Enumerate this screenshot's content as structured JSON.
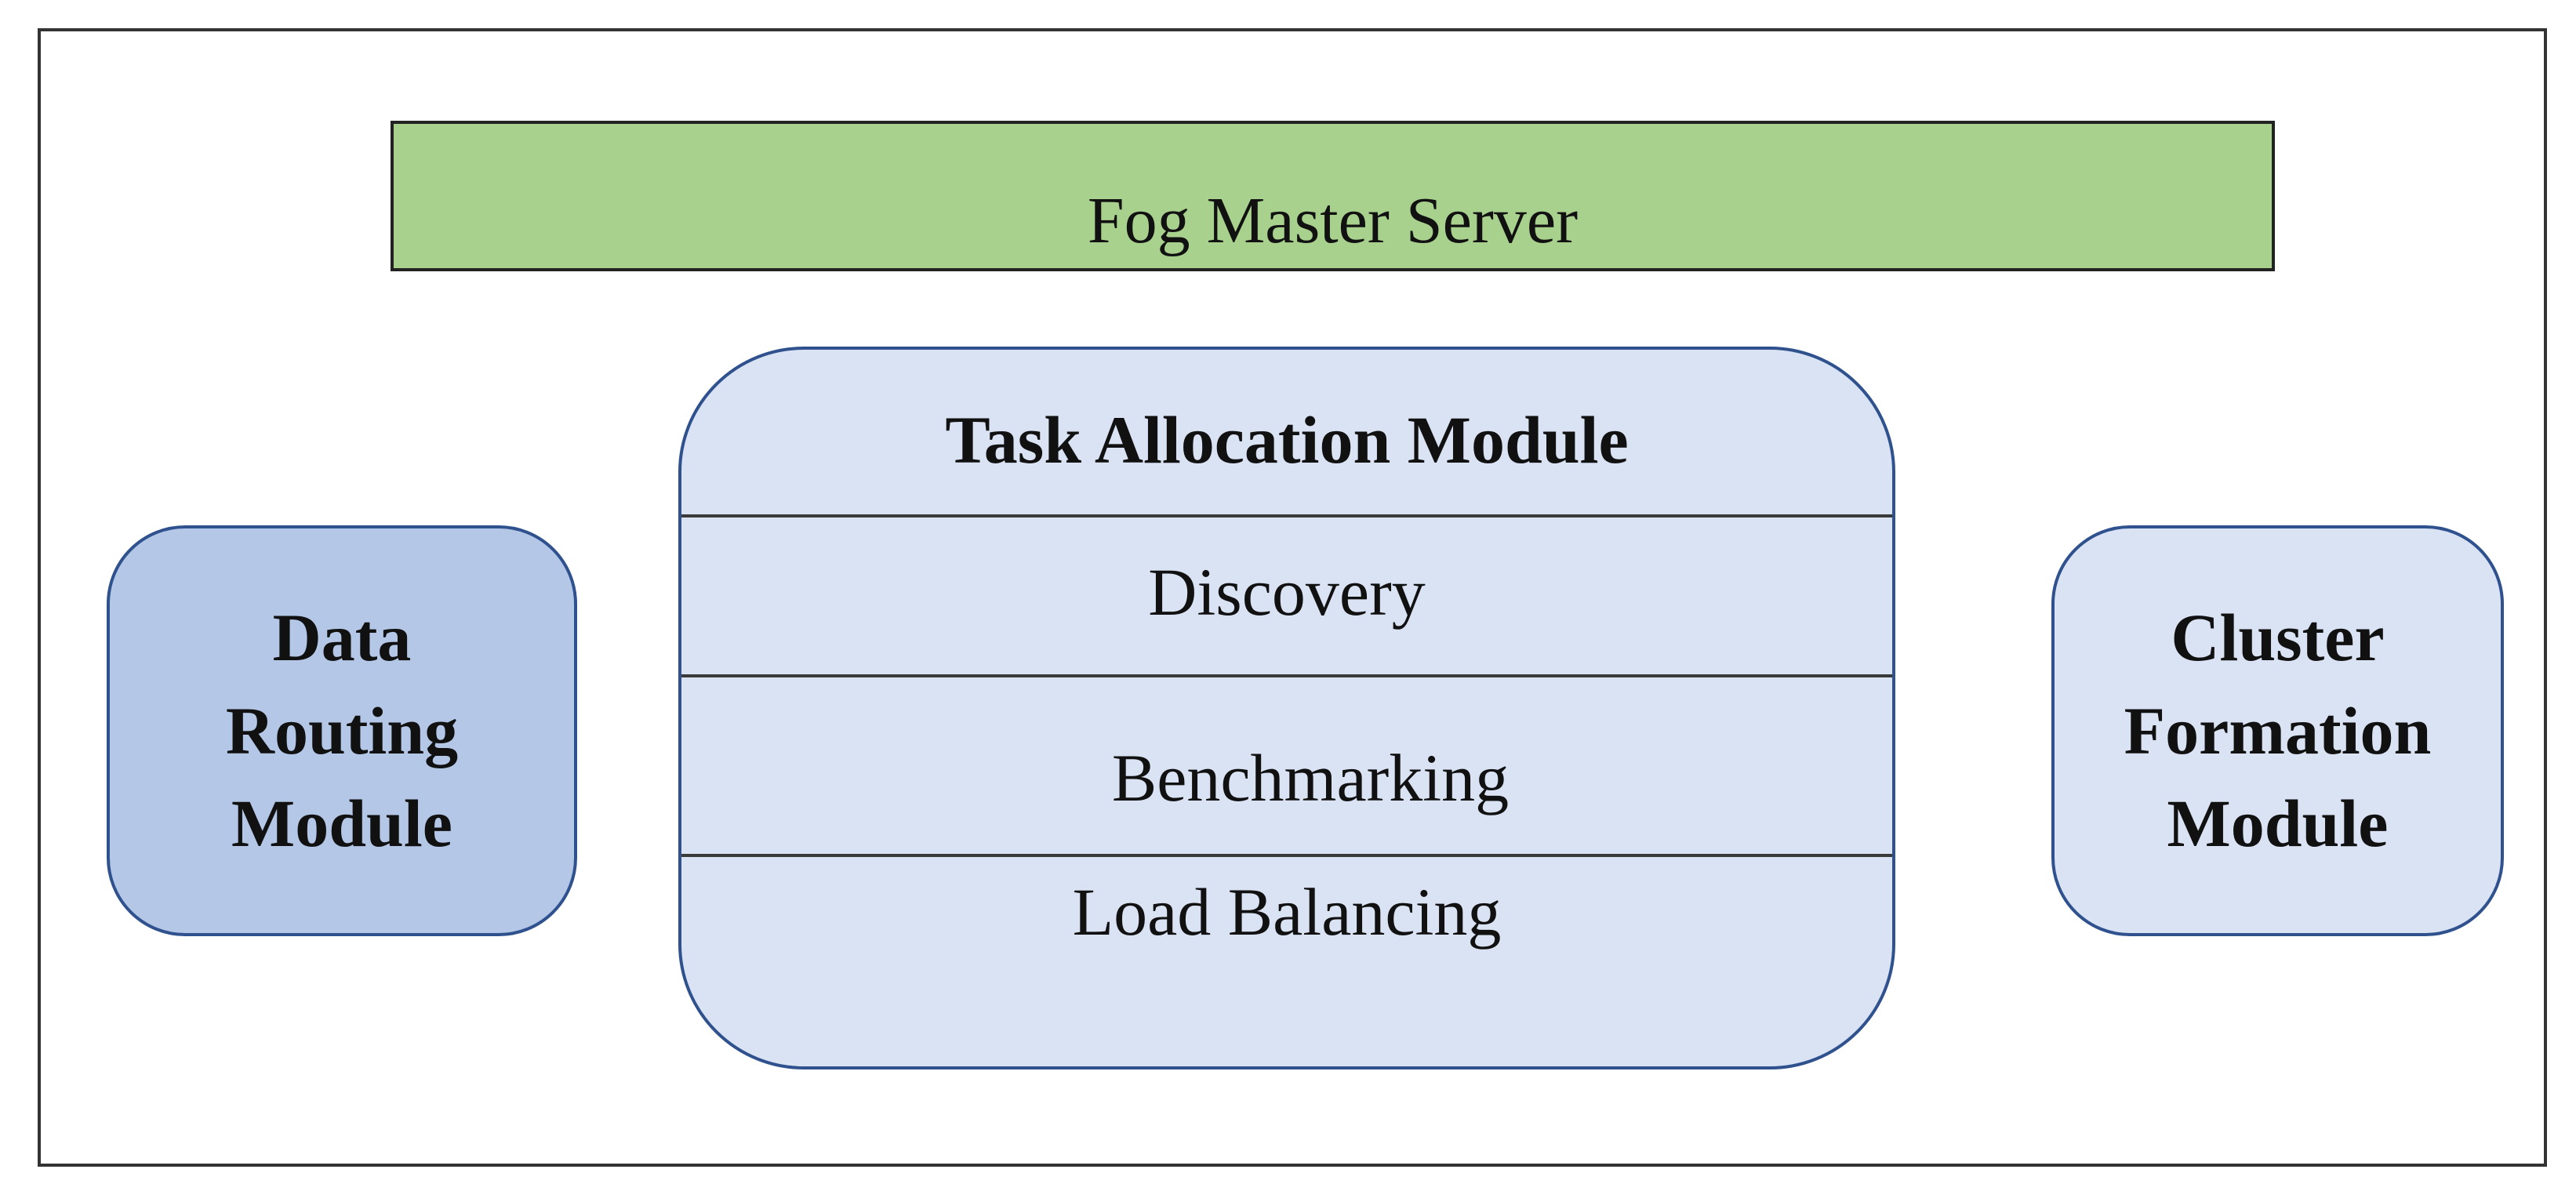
{
  "master": {
    "label": "Fog Master Server",
    "color": "#a9d18e"
  },
  "task_module": {
    "title": "Task Allocation Module",
    "rows": [
      "Discovery",
      "Benchmarking",
      "Load Balancing"
    ],
    "color": "#dae3f3"
  },
  "data_routing": {
    "lines": [
      "Data",
      "Routing",
      "Module"
    ],
    "color": "#b4c7e7"
  },
  "cluster_formation": {
    "lines": [
      "Cluster",
      "Formation",
      "Module"
    ],
    "color": "#dae3f3"
  }
}
